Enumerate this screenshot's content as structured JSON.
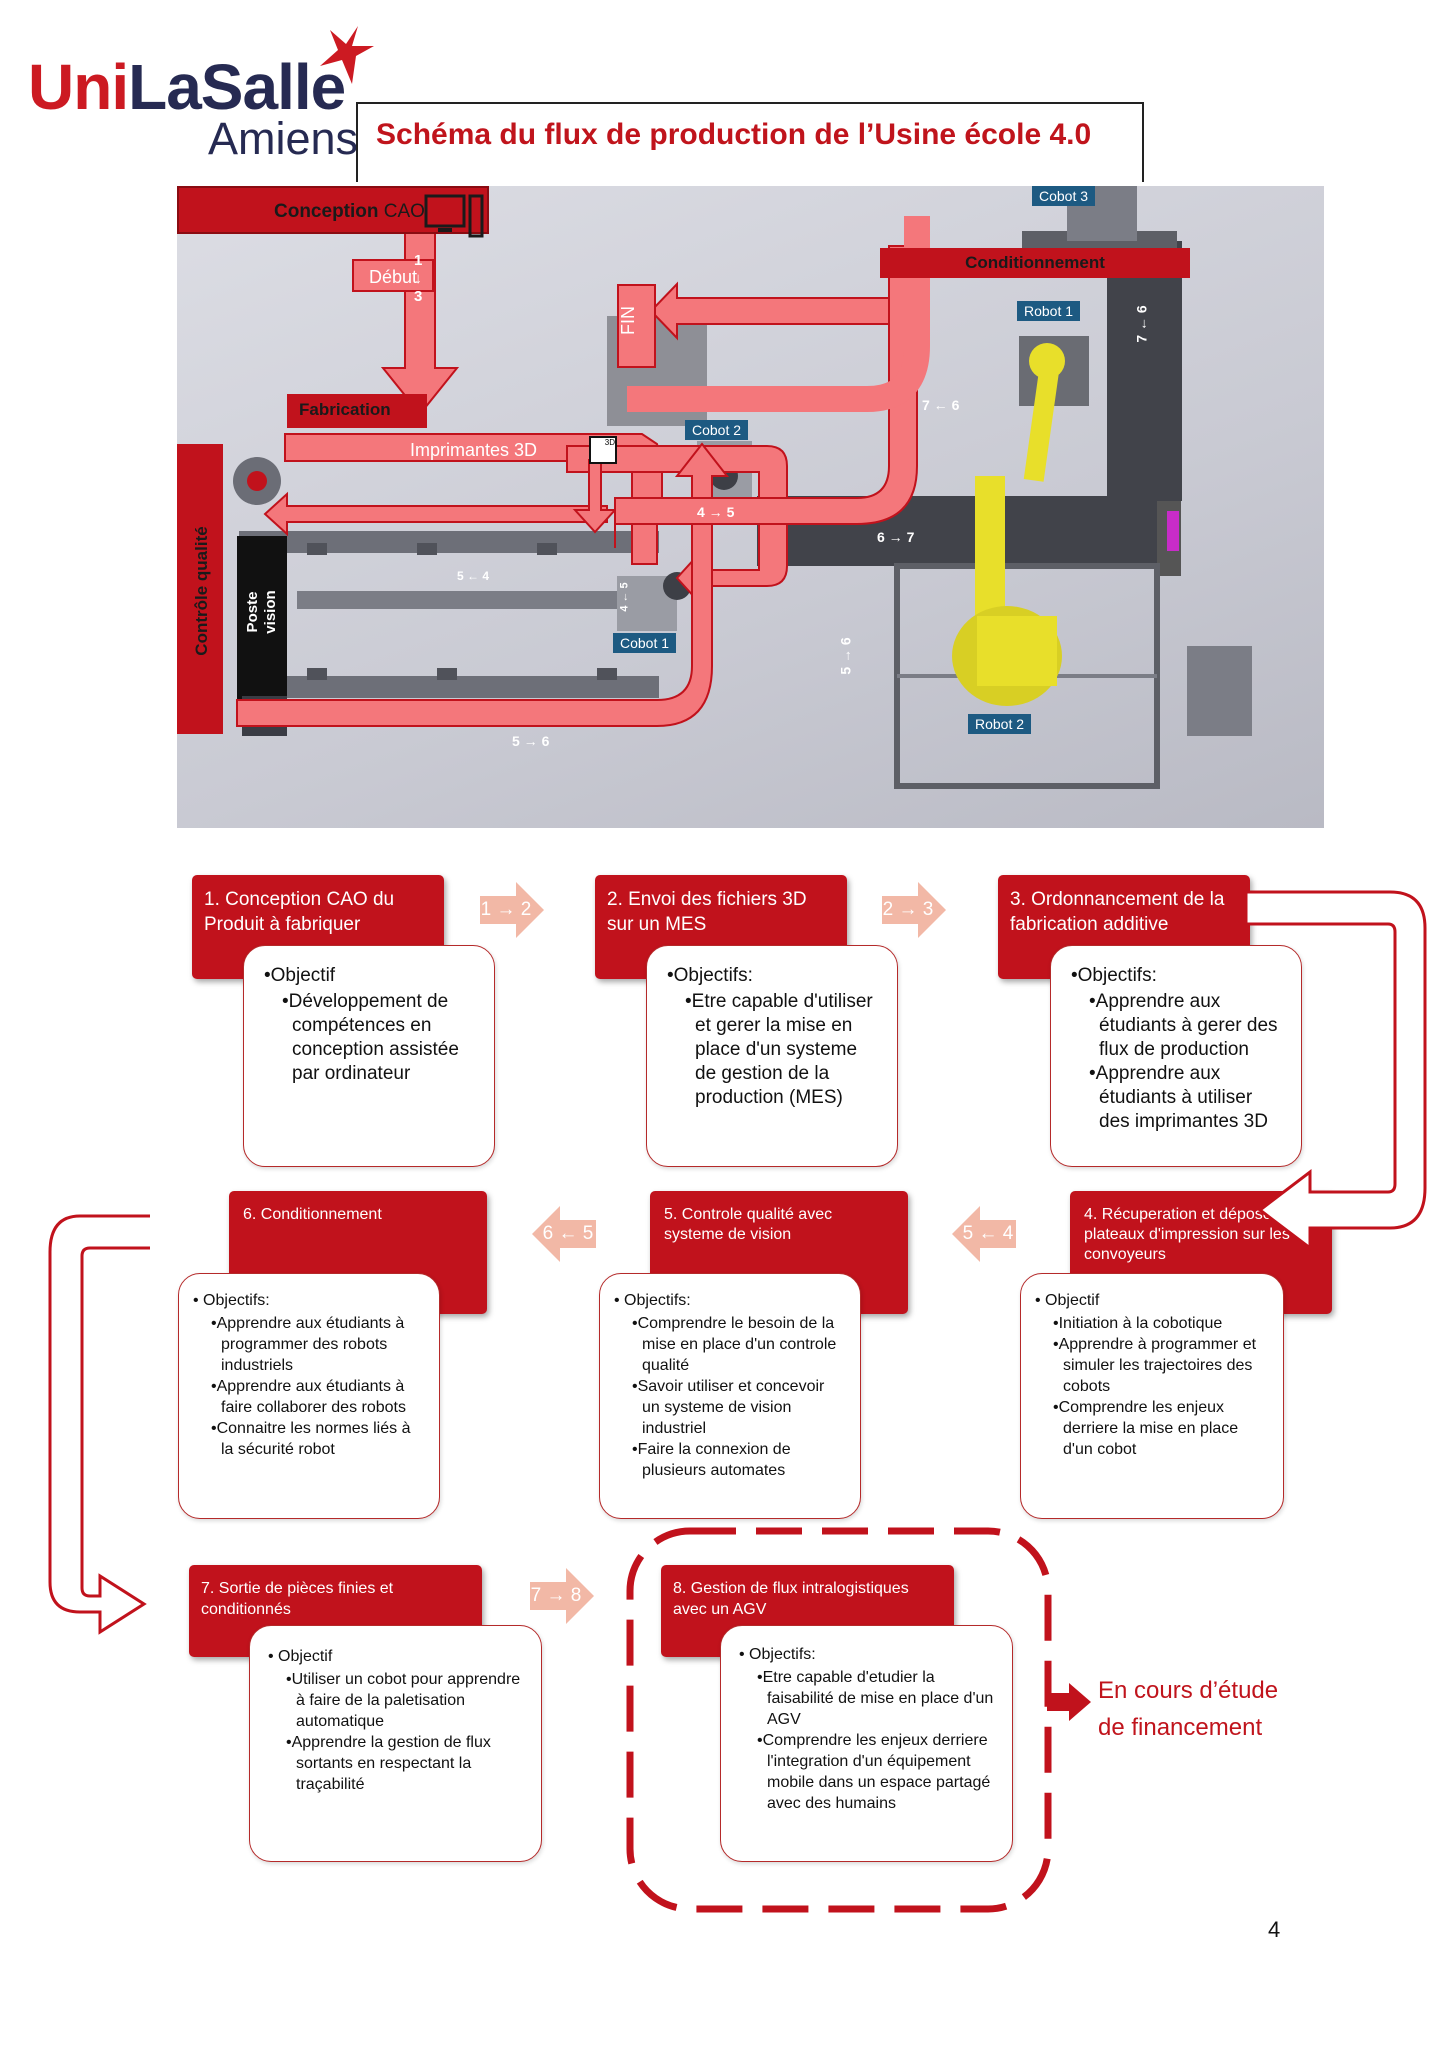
{
  "logo": {
    "text_uni": "Uni",
    "text_lasalle": "LaSalle",
    "text_city": "Amiens",
    "accent_color": "#cc1a22",
    "dark_color": "#262a52"
  },
  "header": {
    "title": "Schéma du flux de production de l’Usine école 4.0"
  },
  "layout": {
    "conception": "Conception",
    "conception_sub": "CAO",
    "debut": "Début",
    "fabrication": "Fabrication",
    "imprimantes": "Imprimantes 3D",
    "printer_badge": "3D",
    "controle": "Contrôle qualité",
    "poste": "Poste",
    "vision": "vision",
    "conditionnement": "Conditionnement",
    "fin": "FIN",
    "cobot1": "Cobot 1",
    "cobot2": "Cobot 2",
    "cobot3": "Cobot 3",
    "robot1": "Robot 1",
    "robot2": "Robot 2",
    "flow_1_3": [
      "1",
      "↓",
      "3"
    ],
    "flow_4_5": "4 → 5",
    "flow_5_4": "5 ← 4",
    "flow_4_5_v": "4 ← 5",
    "flow_5_6": "5 → 6",
    "flow_5_6_v": "5 → 6",
    "flow_6_7": "6 → 7",
    "flow_7_6": "7 ← 6",
    "flow_7_6_v": "7 ← 6",
    "flow_color": "#f4777b"
  },
  "steps": [
    {
      "title": "1. Conception CAO du Produit à fabriquer",
      "obj": "•Objectif",
      "items": [
        "•Développement de compétences en conception assistée par ordinateur"
      ]
    },
    {
      "title": "2. Envoi des fichiers 3D sur un MES",
      "obj": "•Objectifs:",
      "items": [
        "•Etre capable d'utiliser et gerer la mise en place d'un systeme de gestion de la production (MES)"
      ]
    },
    {
      "title": "3. Ordonnancement de la fabrication additive",
      "obj": "•Objectifs:",
      "items": [
        "•Apprendre aux étudiants à gerer des flux de production",
        "•Apprendre aux étudiants à utiliser des imprimantes 3D"
      ]
    },
    {
      "title": "4. Récuperation et dépose des plateaux d'impression sur les convoyeurs",
      "obj": "• Objectif",
      "items": [
        "•Initiation à la cobotique",
        "•Apprendre à programmer et simuler les trajectoires des cobots",
        "•Comprendre les enjeux derriere la mise en place d'un cobot"
      ]
    },
    {
      "title": "5. Controle qualité avec systeme de vision",
      "obj": "• Objectifs:",
      "items": [
        "•Comprendre le besoin de la mise en place d'un controle qualité",
        "•Savoir utiliser et concevoir un systeme de vision industriel",
        "•Faire la connexion de plusieurs automates"
      ]
    },
    {
      "title": "6. Conditionnement",
      "obj": "• Objectifs:",
      "items": [
        "•Apprendre aux étudiants à programmer des robots industriels",
        "•Apprendre aux étudiants à faire collaborer des robots",
        "•Connaitre les normes liés à la sécurité robot"
      ]
    },
    {
      "title": "7. Sortie de pièces finies et conditionnés",
      "obj": "• Objectif",
      "items": [
        "•Utiliser un cobot pour apprendre à faire de la paletisation automatique",
        "•Apprendre la gestion de flux sortants en respectant la traçabilité"
      ]
    },
    {
      "title": "8. Gestion de flux intralogistiques avec un AGV",
      "obj": "• Objectifs:",
      "items": [
        "•Etre capable d'etudier la faisabilité de mise en place d'un AGV",
        "•Comprendre les enjeux derriere l'integration d'un équipement mobile dans un espace partagé avec des humains"
      ]
    }
  ],
  "connectors": [
    "1 → 2",
    "2 → 3",
    "5 ← 4",
    "6 ← 5",
    "7 → 8"
  ],
  "note": {
    "line1": "En cours d’étude",
    "line2": "de financement"
  },
  "page_number": "4",
  "colors": {
    "red": "#c1121c",
    "connector": "#f2b8a6",
    "border": "#b52a2a"
  }
}
